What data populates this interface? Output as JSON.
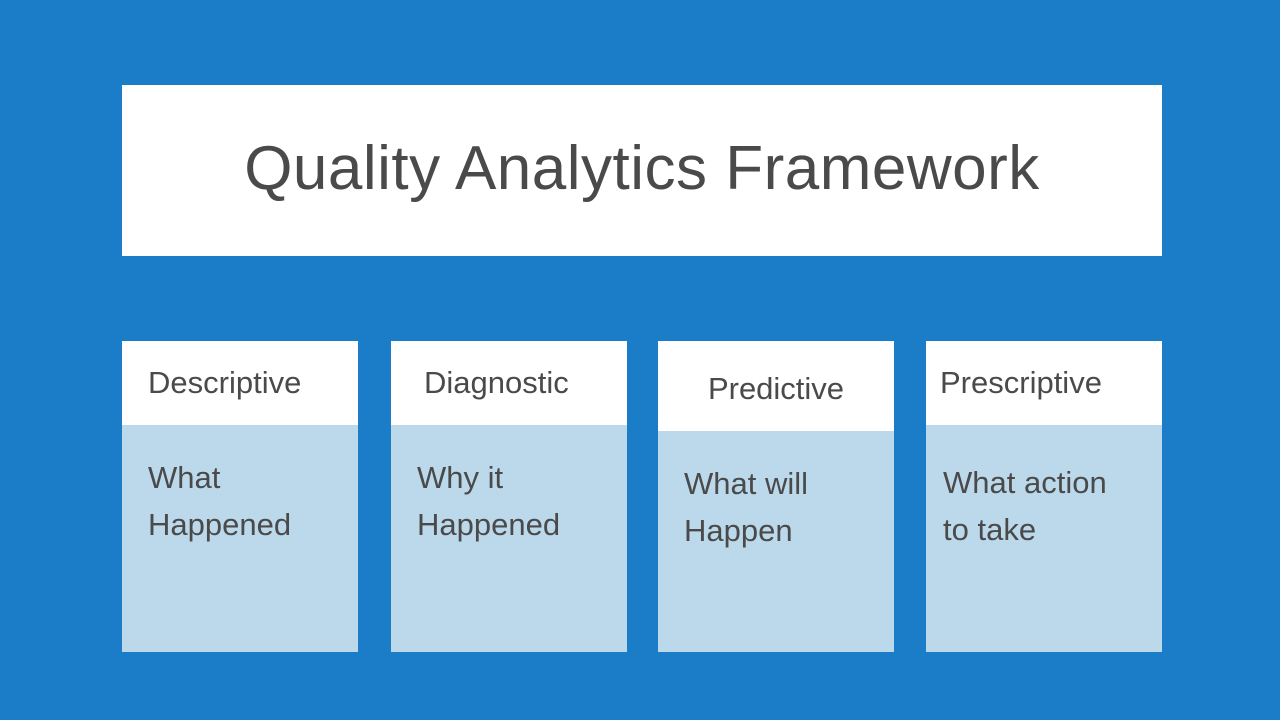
{
  "slide": {
    "background_color": "#1b7dc7",
    "title": "Quality Analytics Framework",
    "title_color": "#4a4a4a",
    "banner_color": "#ffffff",
    "card_header_color": "#ffffff",
    "card_body_color": "#bcd9ec"
  },
  "cards": [
    {
      "header": "Descriptive",
      "body": "What\nHappened"
    },
    {
      "header": "Diagnostic",
      "body": "Why it\nHappened"
    },
    {
      "header": "Predictive",
      "body": "What will\nHappen"
    },
    {
      "header": "Prescriptive",
      "body": "What action\nto take"
    }
  ]
}
